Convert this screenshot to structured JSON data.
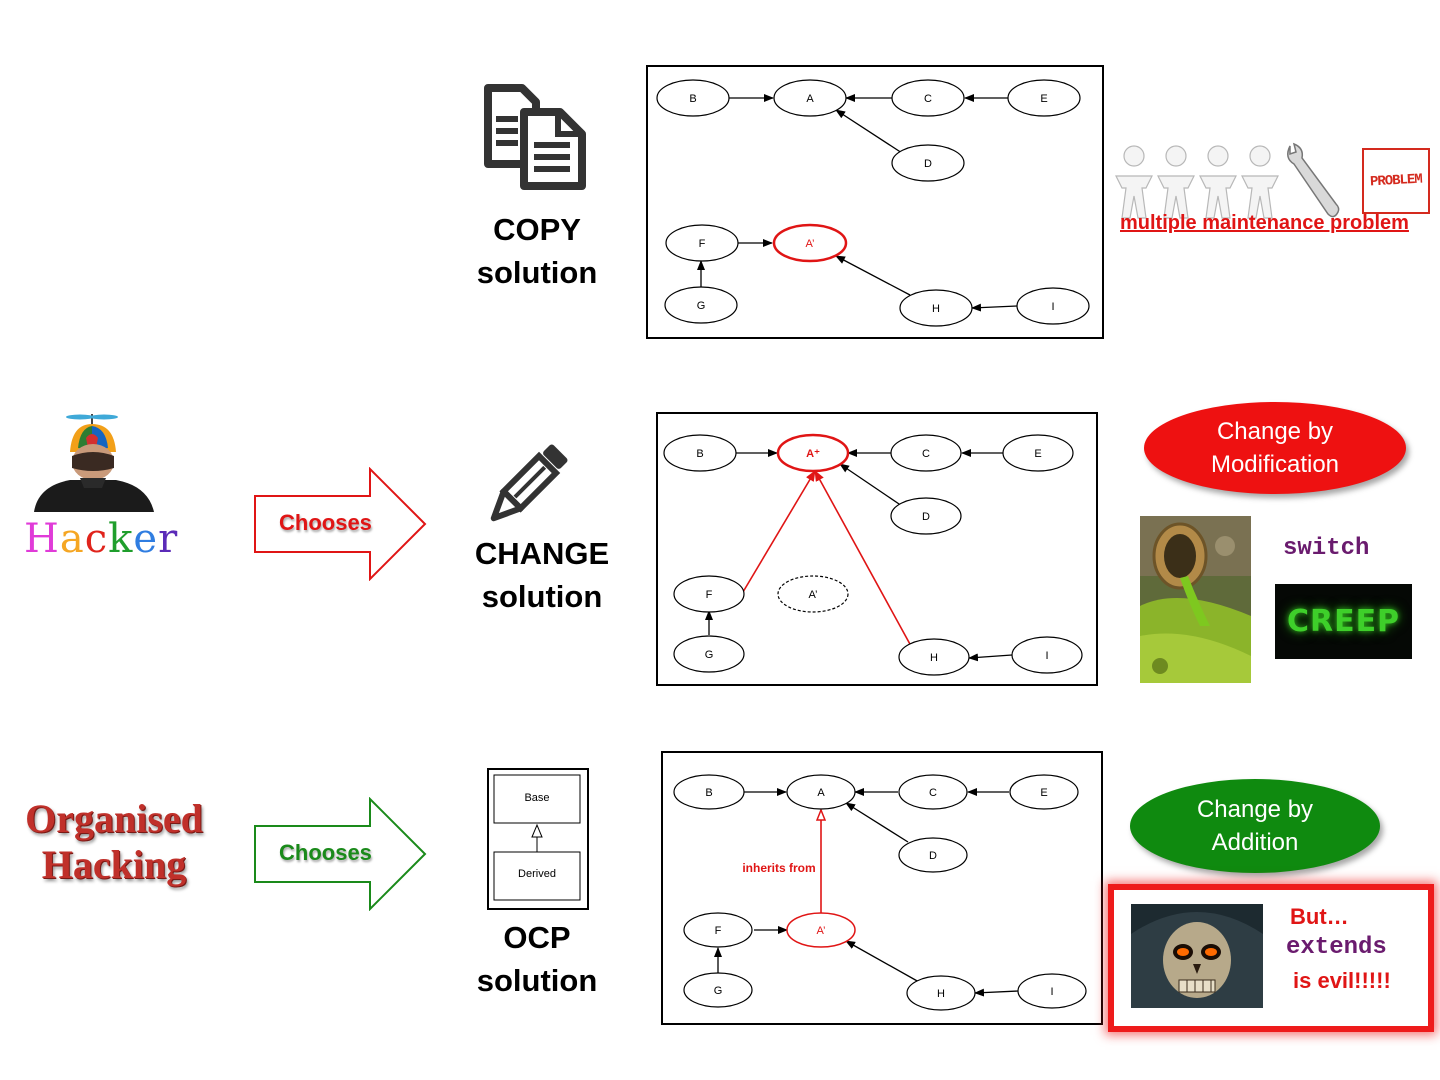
{
  "rows": {
    "copy": {
      "label_line1": "COPY",
      "label_line2": "solution"
    },
    "change": {
      "label_line1": "CHANGE",
      "label_line2": "solution"
    },
    "ocp": {
      "label_line1": "OCP",
      "label_line2": "solution"
    }
  },
  "actors": {
    "hacker": [
      "H",
      "a",
      "c",
      "k",
      "e",
      "r"
    ],
    "hacker_colors": [
      "#e03bd8",
      "#f5a623",
      "#e0241c",
      "#1f9e2c",
      "#2f7de1",
      "#5b2bb8"
    ],
    "organised_line1": "Organised",
    "organised_line2": "Hacking"
  },
  "arrows": {
    "hacker_chooses": "Chooses",
    "organised_chooses": "Chooses"
  },
  "copy_side": {
    "problem_stamp": "PROBLEM",
    "caption": "multiple maintenance problem"
  },
  "change_side": {
    "bubble_line1": "Change by",
    "bubble_line2": "Modification",
    "switch_word": "switch",
    "creep_word": "CREEP"
  },
  "ocp_side": {
    "bubble_line1": "Change by",
    "bubble_line2": "Addition",
    "but": "But…",
    "extends": "extends",
    "evil": "is evil!!!!!"
  },
  "uml": {
    "base": "Base",
    "derived": "Derived"
  },
  "diagram1": {
    "nodes": {
      "B": "B",
      "A": "A",
      "C": "C",
      "E": "E",
      "D": "D",
      "F": "F",
      "A2": "A’",
      "G": "G",
      "H": "H",
      "I": "I"
    }
  },
  "diagram2": {
    "nodes": {
      "B": "B",
      "A": "A⁺",
      "C": "C",
      "E": "E",
      "D": "D",
      "F": "F",
      "A2": "A’",
      "G": "G",
      "H": "H",
      "I": "I"
    }
  },
  "diagram3": {
    "nodes": {
      "B": "B",
      "A": "A",
      "C": "C",
      "E": "E",
      "D": "D",
      "F": "F",
      "A2": "A’",
      "G": "G",
      "H": "H",
      "I": "I"
    },
    "inherits_label": "inherits from"
  },
  "colors": {
    "red": "#e01515",
    "green": "#1a8a1a",
    "bubble_red": "#ee1111",
    "bubble_green": "#0f8a0f"
  }
}
